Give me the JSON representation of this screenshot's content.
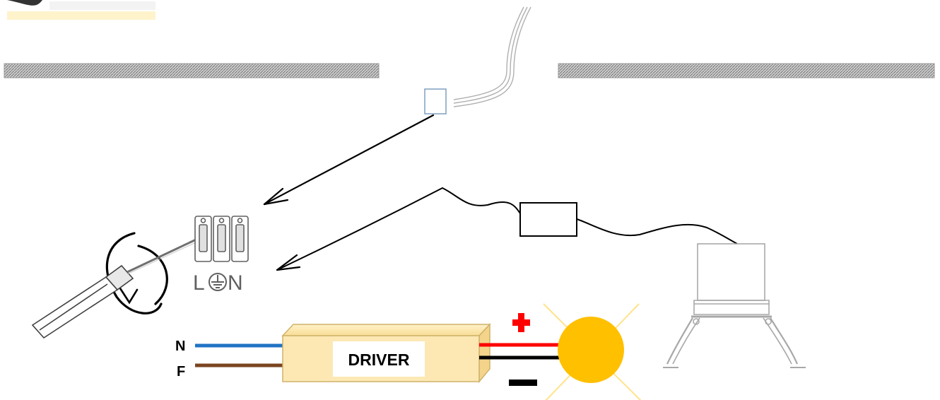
{
  "labels": {
    "neutral": "N",
    "phase": "F",
    "driver": "DRIVER",
    "terminal_l": "L",
    "terminal_n": "N",
    "plus": "+",
    "minus": "−"
  },
  "colors": {
    "neutral_wire": "#1f73c4",
    "phase_wire": "#7a4420",
    "positive_wire": "#ff0000",
    "negative_wire": "#000000",
    "plus_sign": "#ff0000",
    "driver_fill": "#fde8b4",
    "lamp": "#ffc000",
    "ray": "#ffe38a",
    "ceiling": "#a6a6a6"
  },
  "icons": {
    "screwdriver": "screwdriver-icon",
    "terminal_block": "terminal-block-icon",
    "rotation": "rotation-arrow-icon",
    "earth": "earth-symbol-icon",
    "downlight": "downlight-fixture-icon",
    "connector": "connector-icon",
    "lamp": "lamp-icon"
  }
}
